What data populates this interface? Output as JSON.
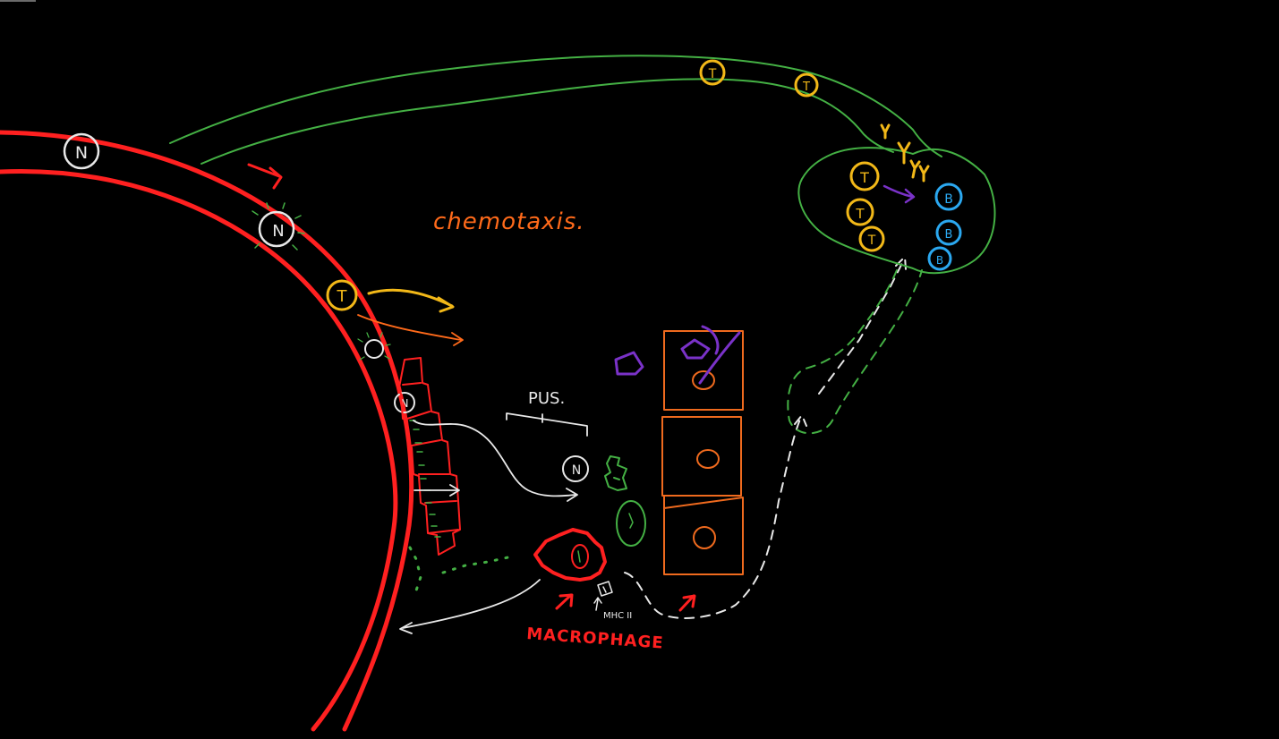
{
  "diagram": {
    "labels": {
      "chemotaxis": "chemotaxis.",
      "pus": "PUS.",
      "macrophage": "MACROPHAGE",
      "mhc": "MHC II"
    },
    "cell_letters": {
      "neutrophil": "N",
      "t_cell": "T",
      "b_cell": "B"
    },
    "colors": {
      "background": "#000000",
      "vessel": "#ff2020",
      "lymph": "#44b044",
      "t_cell": "#f2b818",
      "b_cell": "#2ba8f0",
      "migration_arrow": "#ff6a1a",
      "tissue_cell": "#ef6a1e",
      "pathogen": "#7a32c8",
      "neutrophil": "#e8e8e8"
    }
  }
}
